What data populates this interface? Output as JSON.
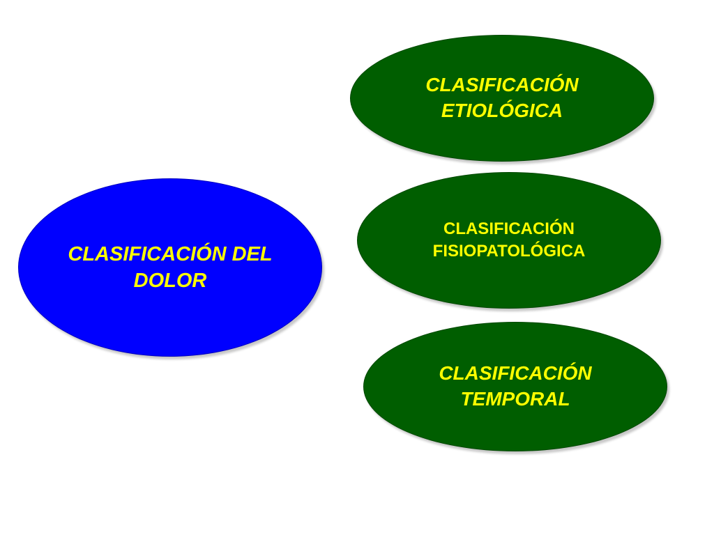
{
  "diagram": {
    "main": {
      "label": "CLASIFICACIÓN DEL\nDOLOR"
    },
    "nodes": [
      {
        "label": "CLASIFICACIÓN\nETIOLÓGICA"
      },
      {
        "label": "CLASIFICACIÓN\nFISIOPATOLÓGICA"
      },
      {
        "label": "CLASIFICACIÓN\nTEMPORAL"
      }
    ],
    "colors": {
      "main_fill": "#0000ff",
      "node_fill": "#005e00",
      "text": "#ffff00"
    }
  }
}
